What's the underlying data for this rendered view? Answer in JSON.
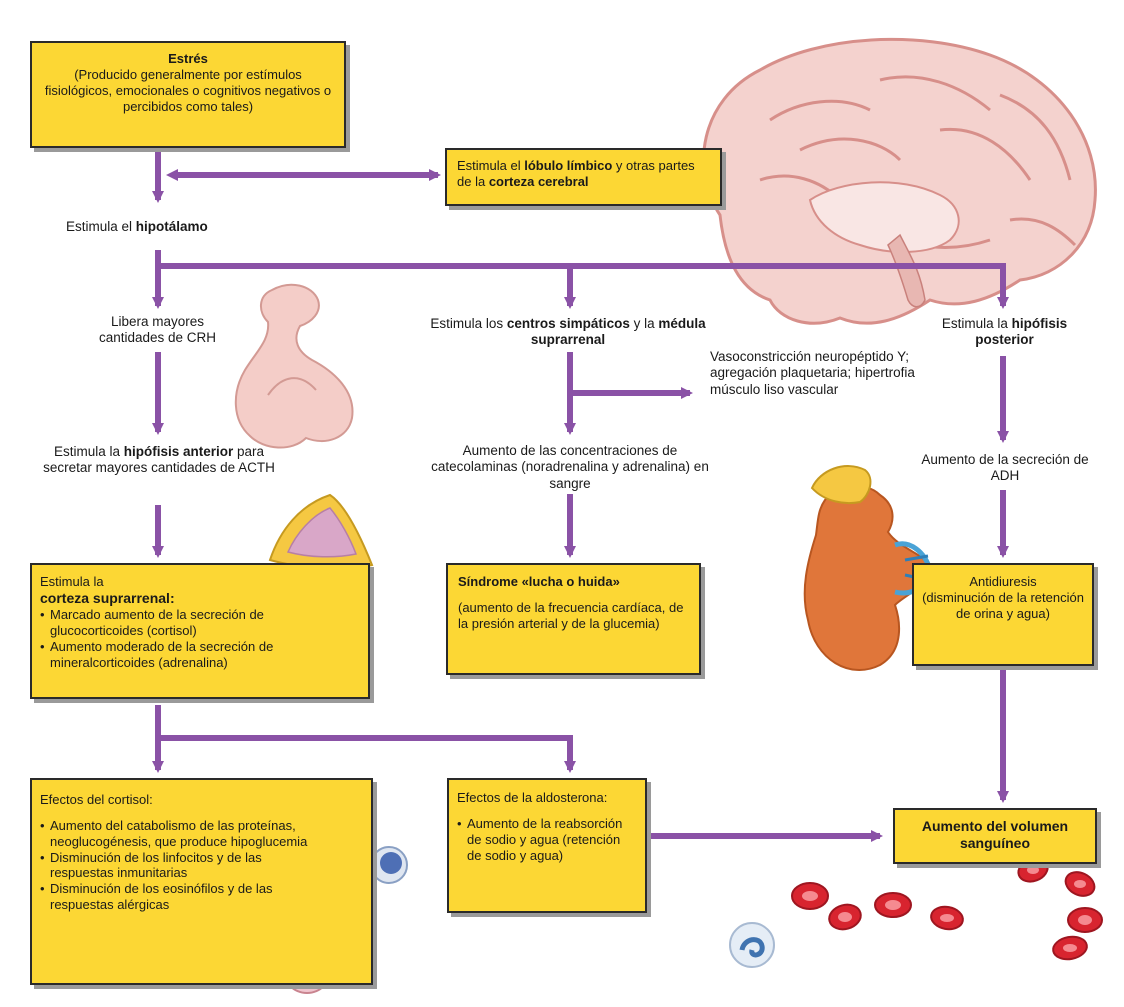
{
  "colors": {
    "arrow": "#8a52a6",
    "box": "#fcd734",
    "border": "#2a2a2a"
  },
  "estres": {
    "title": "Estrés",
    "text": "(Producido generalmente por estímulos fisiológicos, emocionales o cognitivos negativos o percibidos como tales)"
  },
  "limbico": {
    "t1": "Estimula el ",
    "b1": "lóbulo límbico",
    "t2": " y otras partes de la ",
    "b2": "corteza cerebral"
  },
  "hipotalamo": {
    "t1": "Estimula el ",
    "b1": "hipotálamo"
  },
  "crh": {
    "text": "Libera mayores cantidades de CRH"
  },
  "hipofisis_anterior": {
    "t1": "Estimula la ",
    "b1": "hipófisis anterior",
    "t2": " para secretar mayores cantidades de ACTH"
  },
  "simpaticos": {
    "t1": "Estimula los ",
    "b1": "centros simpáticos",
    "t2": " y la ",
    "b2": "médula suprarrenal"
  },
  "vaso": {
    "text": "Vasoconstricción neuropéptido Y; agregación plaquetaria; hipertrofia músculo liso vascular"
  },
  "catecolaminas": {
    "text": "Aumento de las concentraciones de catecolaminas (noradrenalina y adrenalina) en sangre"
  },
  "hipofisis_posterior": {
    "t1": "Estimula la ",
    "b1": "hipófisis posterior"
  },
  "adh": {
    "text": "Aumento de la secreción de ADH"
  },
  "corteza": {
    "t1": "Estimula la",
    "b1": "corteza suprarrenal:",
    "items": [
      "Marcado aumento de la secreción de glucocorticoides (cortisol)",
      "Aumento moderado de la secreción de mineralcorticoides (adrenalina)"
    ]
  },
  "sindrome": {
    "title": "Síndrome «lucha o huida»",
    "text": "(aumento de la frecuencia cardíaca, de la presión arterial y de la glucemia)"
  },
  "antidiuresis": {
    "title": "Antidiuresis",
    "text": "(disminución de la retención de orina y agua)"
  },
  "cortisol": {
    "title": "Efectos del cortisol:",
    "items": [
      "Aumento del catabolismo de las proteínas, neoglucogénesis, que produce hipoglucemia",
      "Disminución de los linfocitos y de las respuestas inmunitarias",
      "Disminución de los eosinófilos y de las respuestas alérgicas"
    ]
  },
  "aldosterona": {
    "title": "Efectos de la aldosterona:",
    "items": [
      "Aumento de la reabsorción de sodio y agua (retención de sodio y agua)"
    ]
  },
  "volumen": {
    "text": "Aumento del volumen sanguíneo"
  }
}
